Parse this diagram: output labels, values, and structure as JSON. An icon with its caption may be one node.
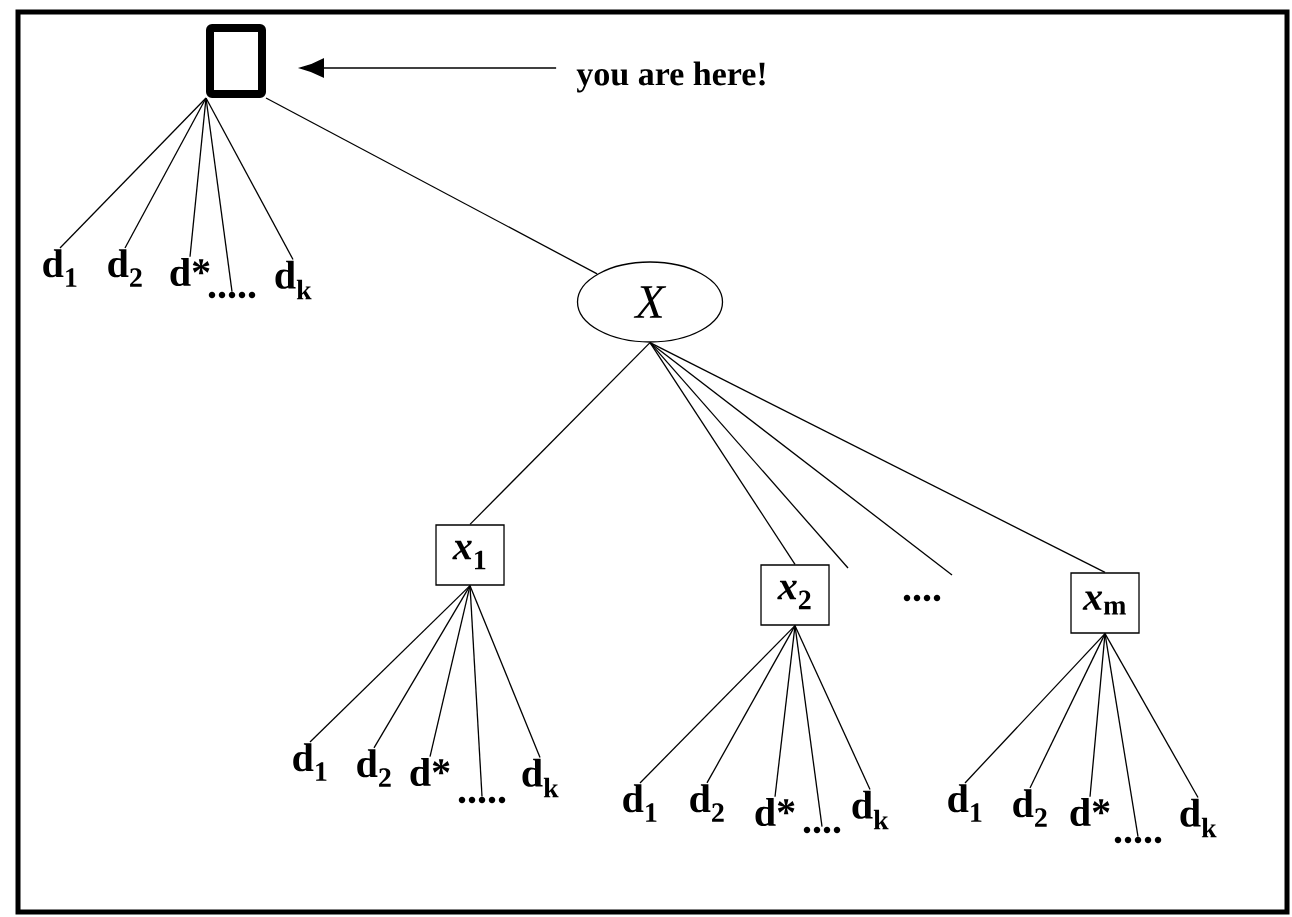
{
  "diagram": {
    "nodes": [
      {
        "text": [],
        "shape": "box"
      },
      {
        "text": [
          "you are here!"
        ]
      },
      {
        "text": [
          "d$_{1}$"
        ]
      },
      {
        "text": [
          "d$_{2}$"
        ]
      },
      {
        "text": [
          "d*"
        ]
      },
      {
        "text": [
          "....."
        ]
      },
      {
        "text": [
          "d$_{k}$"
        ]
      },
      {
        "text": [
          "X"
        ]
      },
      {
        "text": [
          "*x*$_{1}$"
        ]
      },
      {
        "text": [
          "d$_{1}$"
        ]
      },
      {
        "text": [
          "d$_{2}$"
        ]
      },
      {
        "text": [
          "d*"
        ]
      },
      {
        "text": [
          "....."
        ]
      },
      {
        "text": [
          "d$_{k}$"
        ]
      },
      {
        "text": [
          "*x*$_{2}$"
        ]
      },
      {
        "text": [
          "d$_{1}$"
        ]
      },
      {
        "text": [
          "d$_{2}$"
        ]
      },
      {
        "text": [
          "d*"
        ]
      },
      {
        "text": [
          "...."
        ]
      },
      {
        "text": [
          "d$_{k}$"
        ]
      },
      {
        "text": [
          "*x*$_{m}$"
        ]
      },
      {
        "text": [
          "d$_{1}$"
        ]
      },
      {
        "text": [
          "d$_{2}$"
        ]
      },
      {
        "text": [
          "d*"
        ]
      },
      {
        "text": [
          "....."
        ]
      },
      {
        "text": [
          "d$_{k}$"
        ]
      }
    ],
    "edges": [
      {
        "from": 1,
        "to": 0,
        "arrow": "to"
      },
      {
        "from": 0,
        "to": 2,
        "arrow": "none"
      },
      {
        "from": 0,
        "to": 3,
        "arrow": "none"
      },
      {
        "from": 0,
        "to": 4,
        "arrow": "none"
      },
      {
        "from": 0,
        "to": 5,
        "arrow": "none"
      },
      {
        "from": 0,
        "to": 6,
        "arrow": "none"
      },
      {
        "from": 0,
        "to": 7,
        "arrow": "none"
      },
      {
        "from": 7,
        "to": 8,
        "arrow": "none"
      },
      {
        "from": 7,
        "to": 14,
        "arrow": "none"
      },
      {
        "from": 7,
        "to": null,
        "arrow": "none"
      },
      {
        "from": 7,
        "to": null,
        "arrow": "none"
      },
      {
        "from": 7,
        "to": 20,
        "arrow": "none"
      },
      {
        "from": 8,
        "to": 9,
        "arrow": "none"
      },
      {
        "from": 8,
        "to": 10,
        "arrow": "none"
      },
      {
        "from": 8,
        "to": 11,
        "arrow": "none"
      },
      {
        "from": 8,
        "to": 12,
        "arrow": "none"
      },
      {
        "from": 8,
        "to": 13,
        "arrow": "none"
      },
      {
        "from": 14,
        "to": 15,
        "arrow": "none"
      },
      {
        "from": 14,
        "to": 16,
        "arrow": "none"
      },
      {
        "from": 14,
        "to": 17,
        "arrow": "none"
      },
      {
        "from": 14,
        "to": 18,
        "arrow": "none"
      },
      {
        "from": 14,
        "to": 19,
        "arrow": "none"
      },
      {
        "from": 20,
        "to": 21,
        "arrow": "none"
      },
      {
        "from": 20,
        "to": 22,
        "arrow": "none"
      },
      {
        "from": 20,
        "to": 23,
        "arrow": "none"
      },
      {
        "from": 20,
        "to": 24,
        "arrow": "none"
      },
      {
        "from": 20,
        "to": 25,
        "arrow": "none"
      }
    ],
    "labels": [
      "...."
    ]
  }
}
